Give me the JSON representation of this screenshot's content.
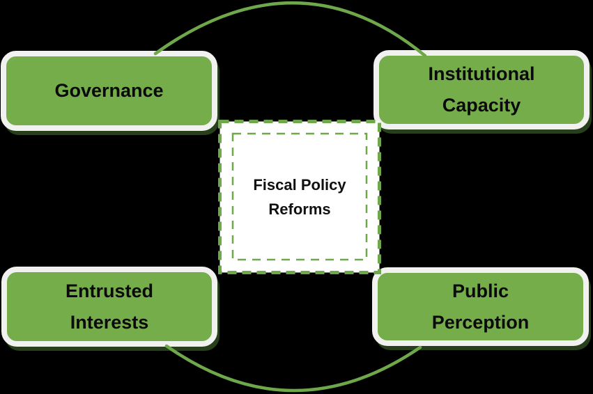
{
  "diagram": {
    "center_box": {
      "lines": [
        "Fiscal Policy",
        "Reforms"
      ]
    },
    "nodes": [
      {
        "id": "governance",
        "lines": [
          "Governance"
        ]
      },
      {
        "id": "institutional-capacity",
        "lines": [
          "Institutional",
          "Capacity"
        ]
      },
      {
        "id": "entrusted-interests",
        "lines": [
          "Entrusted",
          "Interests"
        ]
      },
      {
        "id": "public-perception",
        "lines": [
          "Public",
          "Perception"
        ]
      }
    ],
    "colors": {
      "background": "#000000",
      "node_fill": "#75ad4b",
      "node_border": "#f1f1ef",
      "green_line": "#6fa84b",
      "text": "#0a0a0a",
      "center_fill": "#ffffff"
    }
  }
}
